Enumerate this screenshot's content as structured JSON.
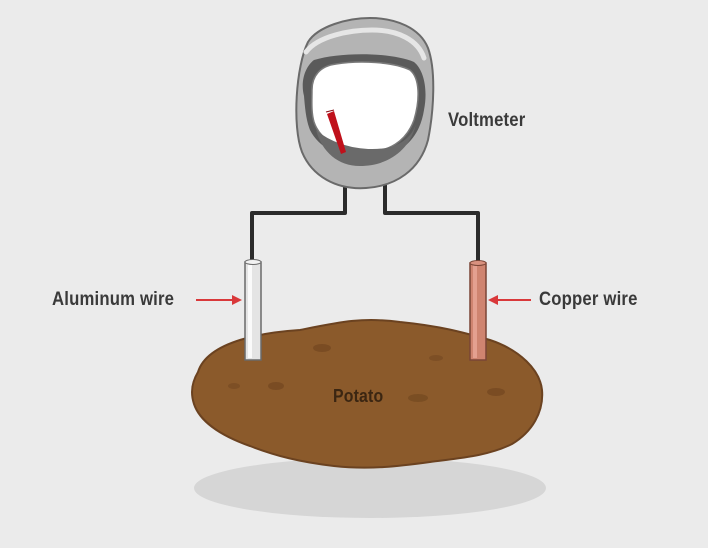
{
  "labels": {
    "voltmeter": "Voltmeter",
    "aluminum_wire": "Aluminum wire",
    "copper_wire": "Copper wire",
    "potato": "Potato"
  },
  "colors": {
    "background": "#ebebeb",
    "potato": "#8b5a2b",
    "aluminum": "#e4e4e4",
    "copper": "#cf8470",
    "needle": "#c0111b",
    "arrow": "#d9383a",
    "wire": "#2b2b2b"
  },
  "icons": {
    "voltmeter": "voltmeter-icon",
    "needle": "needle-icon"
  }
}
